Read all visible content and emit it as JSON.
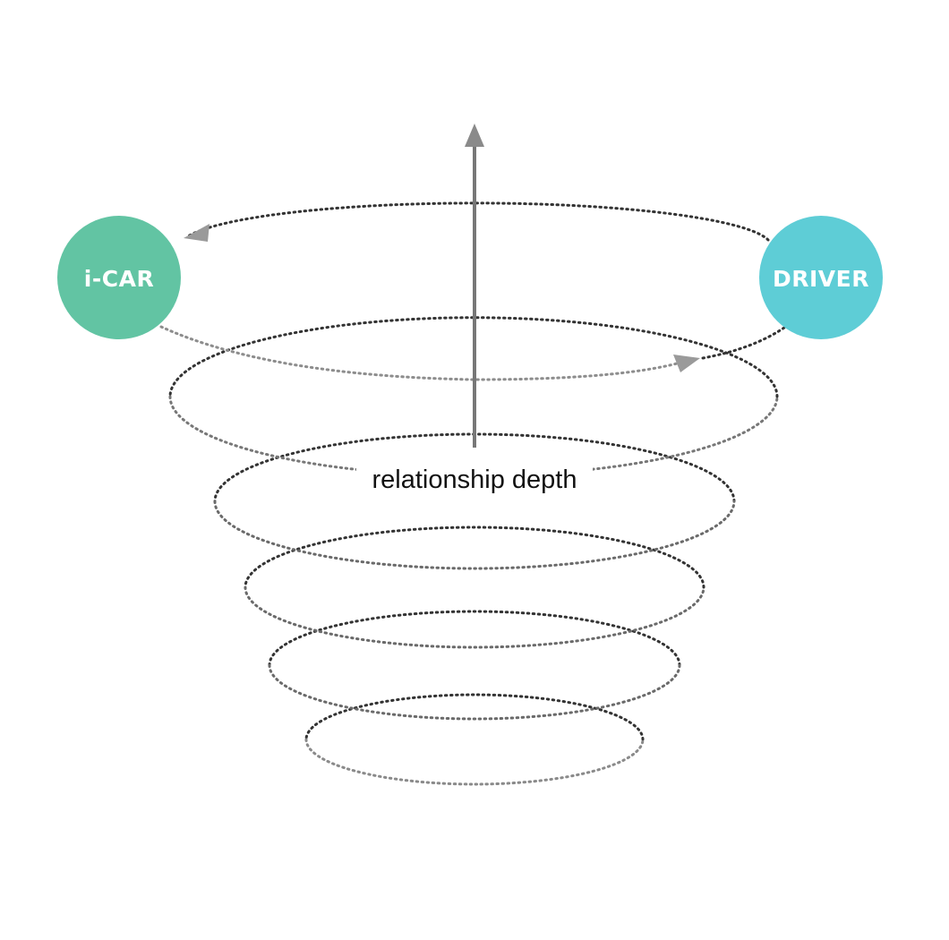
{
  "diagram": {
    "nodes": {
      "icar": {
        "label": "i-CAR",
        "color": "#62c4a3"
      },
      "driver": {
        "label": "DRIVER",
        "color": "#5ecdd6"
      }
    },
    "axis": {
      "label": "relationship depth",
      "color": "#555555"
    },
    "spiral": {
      "turns": 6,
      "line_color": "#3a3a3a",
      "fade_color": "#9a9a9a"
    }
  }
}
